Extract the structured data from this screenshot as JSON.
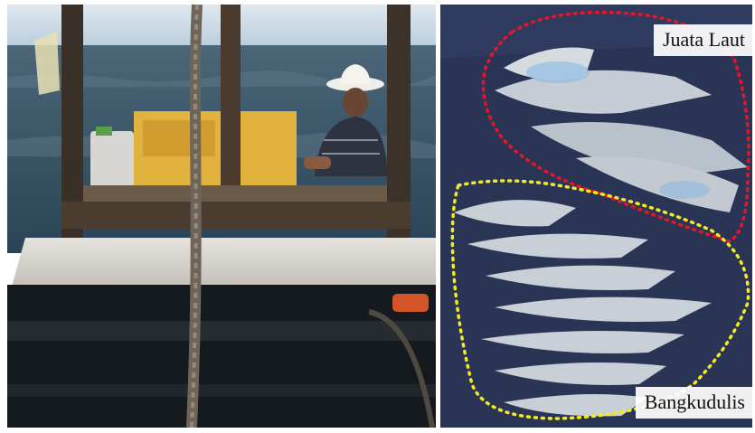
{
  "figure": {
    "left_photo": {
      "scene": "boat-deck-with-fisherman",
      "colors": {
        "sky": "#c9d9e6",
        "sea": "#2f4a5e",
        "deck": "#d9d6cf",
        "cabin_yellow": "#e2b23e",
        "shadow": "#151a1e"
      }
    },
    "right_photo": {
      "scene": "fish-catch-on-blue-cloth",
      "colors": {
        "cloth": "#2a3556",
        "fish": "#c8cdd3",
        "outline_red": "#e3162b",
        "outline_yellow": "#f2ea23"
      },
      "labels": {
        "top": "Juata Laut",
        "bottom": "Bangkudulis"
      }
    }
  }
}
